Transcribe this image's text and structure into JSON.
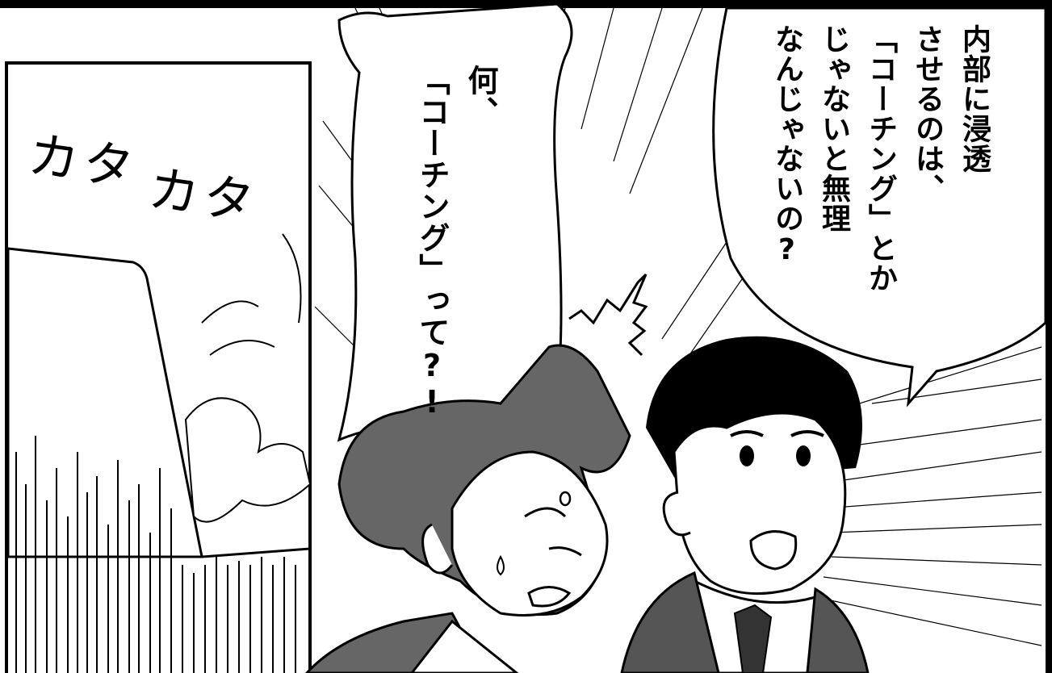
{
  "panel": {
    "speech_bubble_right": "内部に浸透\nさせるのは、\n「コーチング」とか\nじゃないと無理\nなんじゃないの?",
    "thought_bubble": "何、\n「コーチング」って?!",
    "sfx_typing_1": "カタ",
    "sfx_typing_2": "カタ"
  }
}
